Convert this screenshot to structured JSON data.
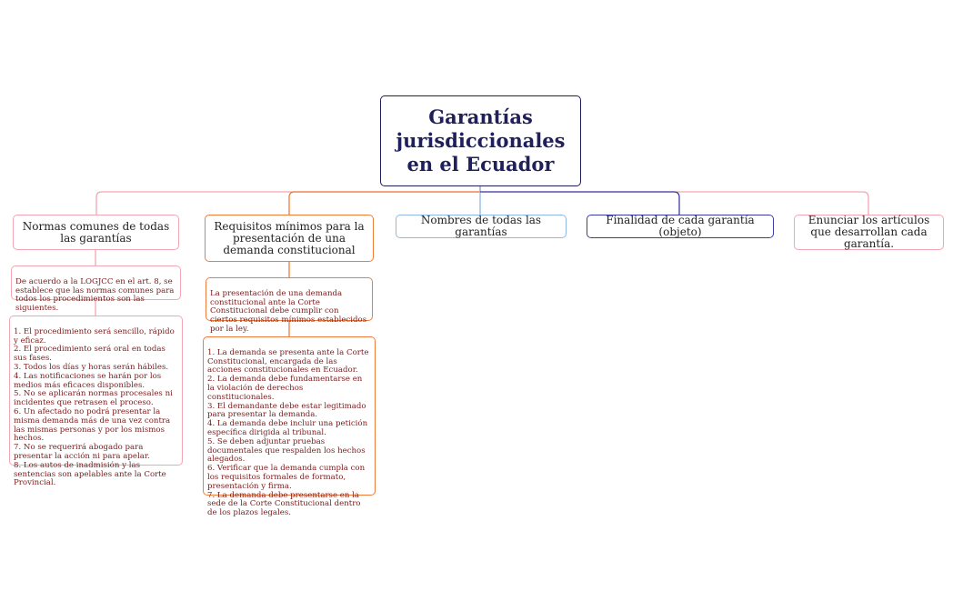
{
  "root": {
    "title": "Garantías jurisdiccionales en el Ecuador"
  },
  "branches": [
    {
      "label": "Normas comunes de todas las garantías"
    },
    {
      "label": "Requisitos mínimos para la presentación de una demanda constitucional"
    },
    {
      "label": "Nombres de todas las garantías"
    },
    {
      "label": "Finalidad de cada garantía (objeto)"
    },
    {
      "label": "Enunciar los artículos que desarrollan cada garantía."
    }
  ],
  "normas": {
    "intro": "De acuerdo a la LOGJCC en el  art. 8, se establece que las normas comunes para todos los procedimientos son las siguientes.",
    "list": "1. El procedimiento será sencillo, rápido y eficaz.\n2. El procedimiento será oral en todas sus fases.\n3. Todos los días y horas serán hábiles.\n4. Las notificaciones se harán por los medios más eficaces disponibles.\n5. No se aplicarán normas procesales ni incidentes que retrasen el proceso.\n6. Un afectado no podrá presentar la misma demanda más de una vez contra las mismas personas y por los mismos hechos.\n7. No se requerirá abogado para presentar la acción ni para apelar.\n8. Los autos de inadmisión y las sentencias son apelables ante la Corte Provincial."
  },
  "requisitos": {
    "intro": "La presentación de una demanda constitucional ante la Corte Constitucional debe cumplir con ciertos requisitos mínimos establecidos por la ley.",
    "list": "1. La demanda se presenta ante la Corte Constitucional, encargada de las acciones constitucionales en Ecuador.\n2. La demanda debe fundamentarse en la violación de derechos constitucionales.\n3. El demandante debe estar legitimado para presentar la demanda.\n4. La demanda debe incluir una petición específica dirigida al tribunal.\n5. Se deben adjuntar pruebas documentales que respalden los hechos alegados.\n6. Verificar que la demanda cumpla con los requisitos formales de formato, presentación y firma.\n7. La demanda debe presentarse en la sede de la Corte Constitucional dentro de los plazos legales."
  },
  "colors": {
    "root": "#1f1f5c",
    "pink": "#f2a6b4",
    "orange": "#ef7c3a",
    "light_blue": "#8fb8e6",
    "navy": "#3b3ba8"
  }
}
